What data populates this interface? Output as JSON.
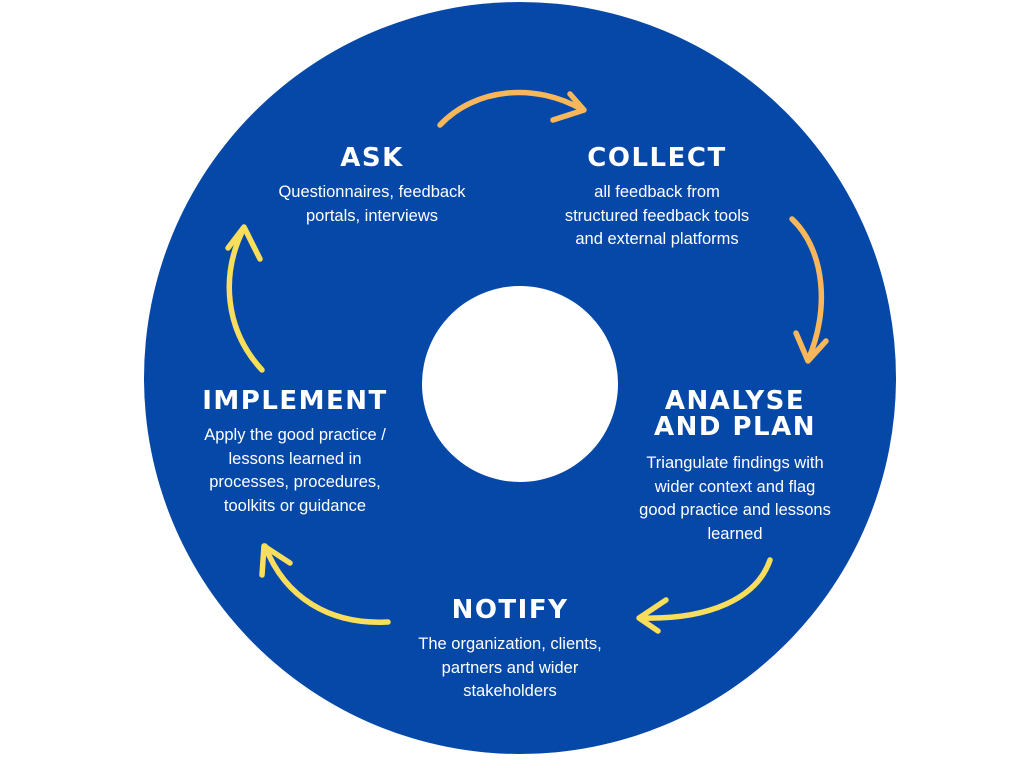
{
  "colors": {
    "circle": "#0648A8",
    "center": "#FFFFFF",
    "text": "#FFFFFF",
    "arrow_orange": "#F8B75A",
    "arrow_yellow": "#F8DE5A"
  },
  "stages": [
    {
      "id": "ask",
      "title": "ASK",
      "description": "Questionnaires, feedback\nportals, interviews"
    },
    {
      "id": "collect",
      "title": "COLLECT",
      "description": "all feedback from\nstructured feedback tools\nand external platforms"
    },
    {
      "id": "analyse",
      "title": "ANALYSE\nAND PLAN",
      "description": "Triangulate findings with\nwider context and flag\ngood practice and lessons\nlearned"
    },
    {
      "id": "notify",
      "title": "NOTIFY",
      "description": "The organization, clients,\npartners and wider\nstakeholders"
    },
    {
      "id": "implement",
      "title": "IMPLEMENT",
      "description": "Apply the good practice /\nlessons learned in\nprocesses, procedures,\ntoolkits or guidance"
    }
  ],
  "arrows": [
    {
      "from": "ask",
      "to": "collect",
      "icon": "curved-arrow-icon",
      "color": "orange"
    },
    {
      "from": "collect",
      "to": "analyse",
      "icon": "curved-arrow-icon",
      "color": "orange"
    },
    {
      "from": "analyse",
      "to": "notify",
      "icon": "curved-arrow-icon",
      "color": "yellow"
    },
    {
      "from": "notify",
      "to": "implement",
      "icon": "curved-arrow-icon",
      "color": "yellow"
    },
    {
      "from": "implement",
      "to": "ask",
      "icon": "curved-arrow-icon",
      "color": "yellow"
    }
  ]
}
